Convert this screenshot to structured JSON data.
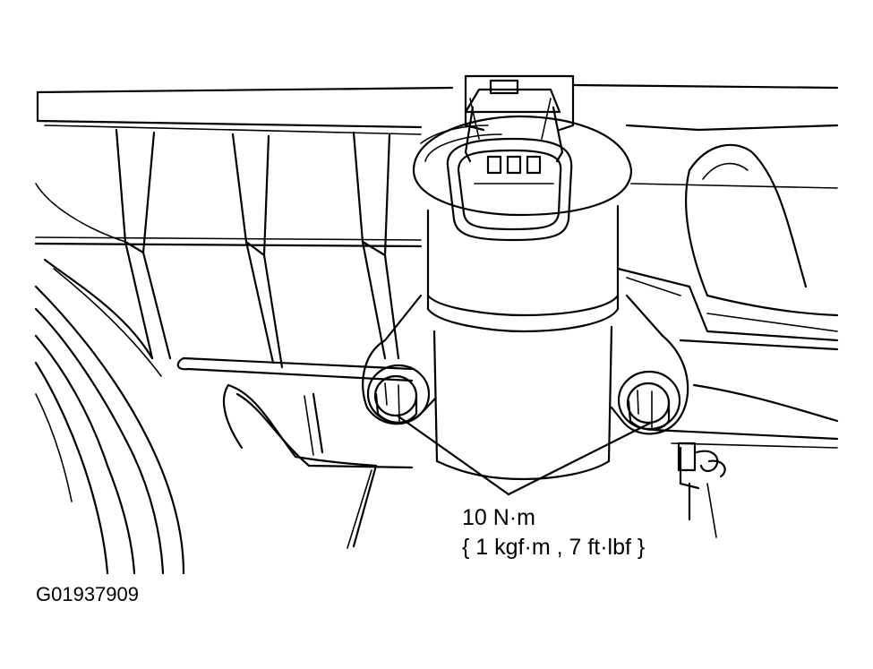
{
  "callout": {
    "torque": "10 N·m",
    "torque_alt": "{ 1 kgf·m , 7 ft·lbf }"
  },
  "figure": {
    "id": "G01937909"
  },
  "colors": {
    "ink": "#000000",
    "paper": "#ffffff"
  }
}
